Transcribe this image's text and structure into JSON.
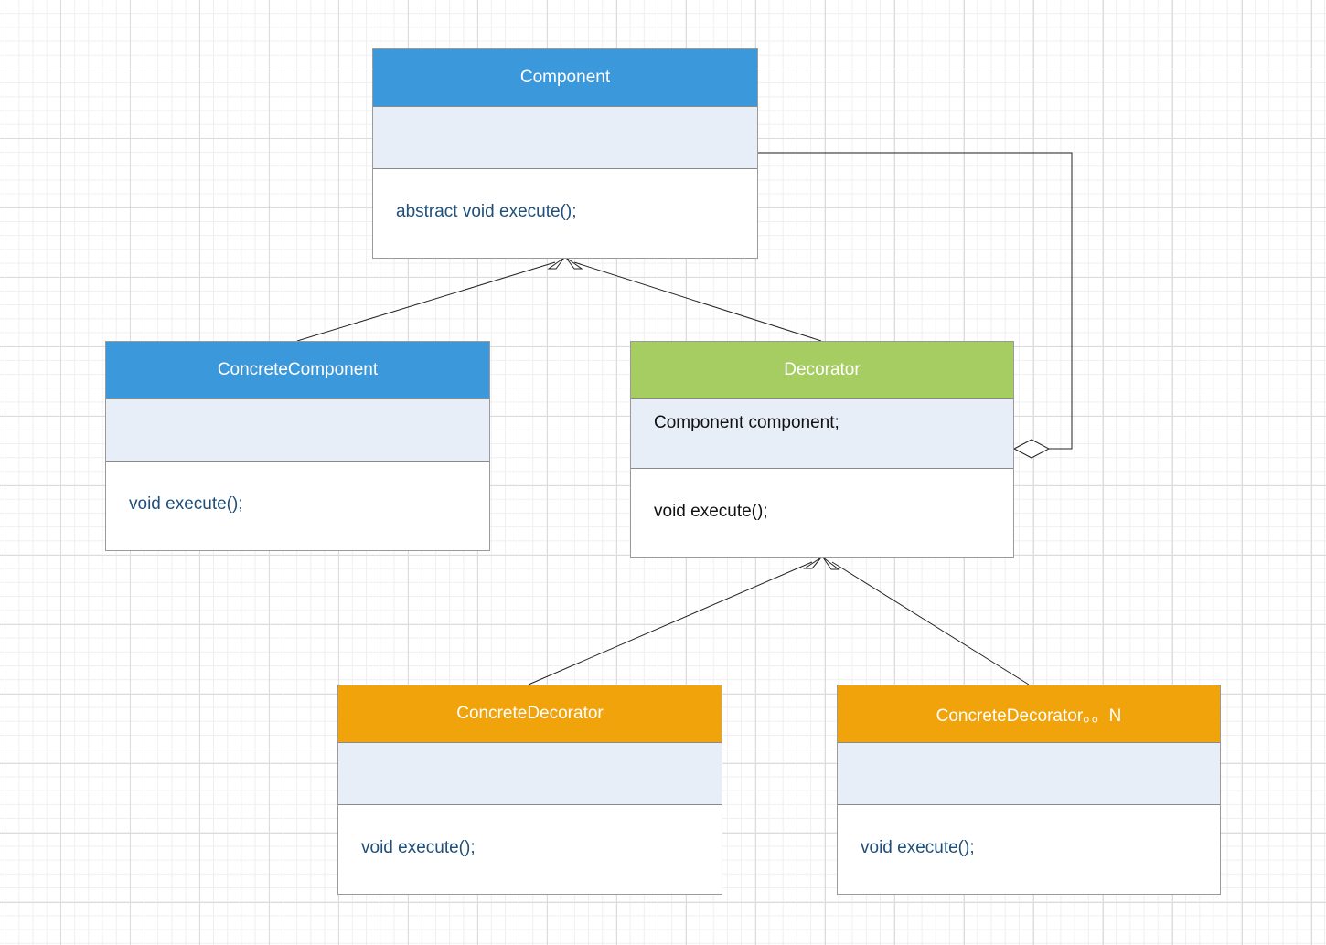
{
  "colors": {
    "component_header": "#3a98db",
    "decorator_header": "#a5cd61",
    "concrete_decorator_header": "#f0a30a",
    "attributes_fill": "#e8eef8",
    "operation_text": "#1f4f7a"
  },
  "classes": {
    "component": {
      "name": "Component",
      "attribute": "",
      "operation": "abstract void execute();"
    },
    "concrete_component": {
      "name": "ConcreteComponent",
      "attribute": "",
      "operation": "void execute();"
    },
    "decorator": {
      "name": "Decorator",
      "attribute": "Component component;",
      "operation": "void execute();"
    },
    "concrete_decorator": {
      "name": "ConcreteDecorator",
      "attribute": "",
      "operation": "void execute();"
    },
    "concrete_decorator_n": {
      "name": "ConcreteDecorator。。N",
      "attribute": "",
      "operation": "void execute();"
    }
  },
  "relationships": [
    {
      "type": "generalization",
      "from": "ConcreteComponent",
      "to": "Component"
    },
    {
      "type": "generalization",
      "from": "Decorator",
      "to": "Component"
    },
    {
      "type": "aggregation",
      "from": "Decorator",
      "to": "Component"
    },
    {
      "type": "generalization",
      "from": "ConcreteDecorator",
      "to": "Decorator"
    },
    {
      "type": "generalization",
      "from": "ConcreteDecorator。。N",
      "to": "Decorator"
    }
  ]
}
